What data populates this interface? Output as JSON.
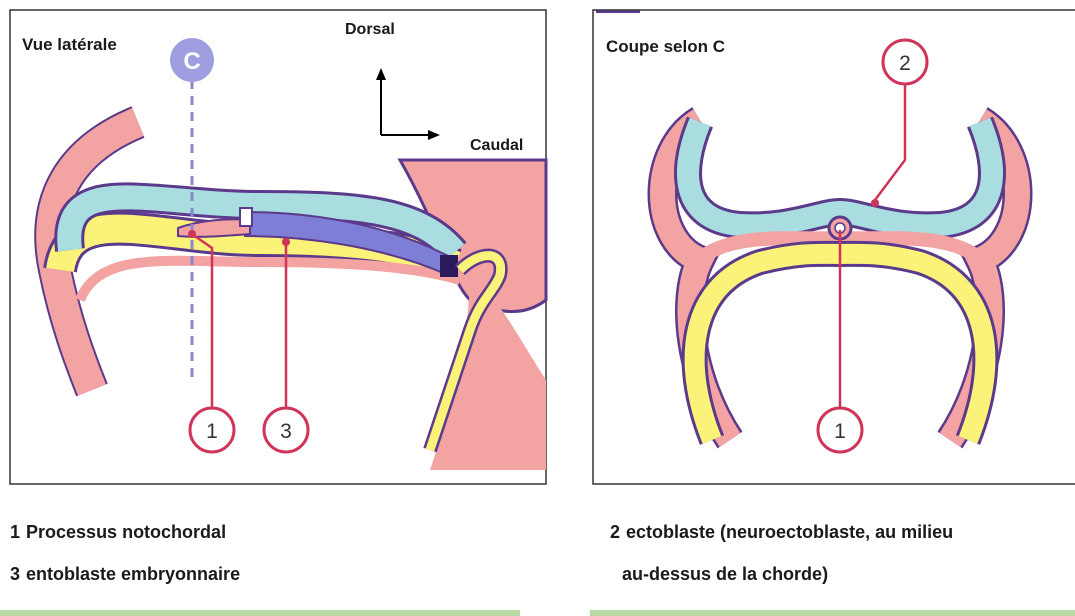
{
  "left_panel": {
    "title": "Vue latérale",
    "section_marker": "C",
    "orientation": {
      "up": "Dorsal",
      "right": "Caudal"
    },
    "callouts": [
      "1",
      "3"
    ]
  },
  "right_panel": {
    "title": "Coupe selon C",
    "callouts": [
      "2",
      "1"
    ]
  },
  "legend": {
    "item1": {
      "num": "1",
      "text": "Processus notochordal"
    },
    "item3": {
      "num": "3",
      "text": "entoblaste embryonnaire"
    },
    "item2": {
      "num": "2",
      "line1": "ectoblaste (neuroectoblaste, au milieu",
      "line2": "au-dessus de la chorde)"
    }
  },
  "colors": {
    "ectoderm": "#a9dde0",
    "mesoderm": "#f4a3a3",
    "endoderm": "#fbf27a",
    "outline": "#5b3a8c",
    "notochord": "#7e7ed6",
    "callout": "#d0345a",
    "marker": "#9e9ee0"
  }
}
